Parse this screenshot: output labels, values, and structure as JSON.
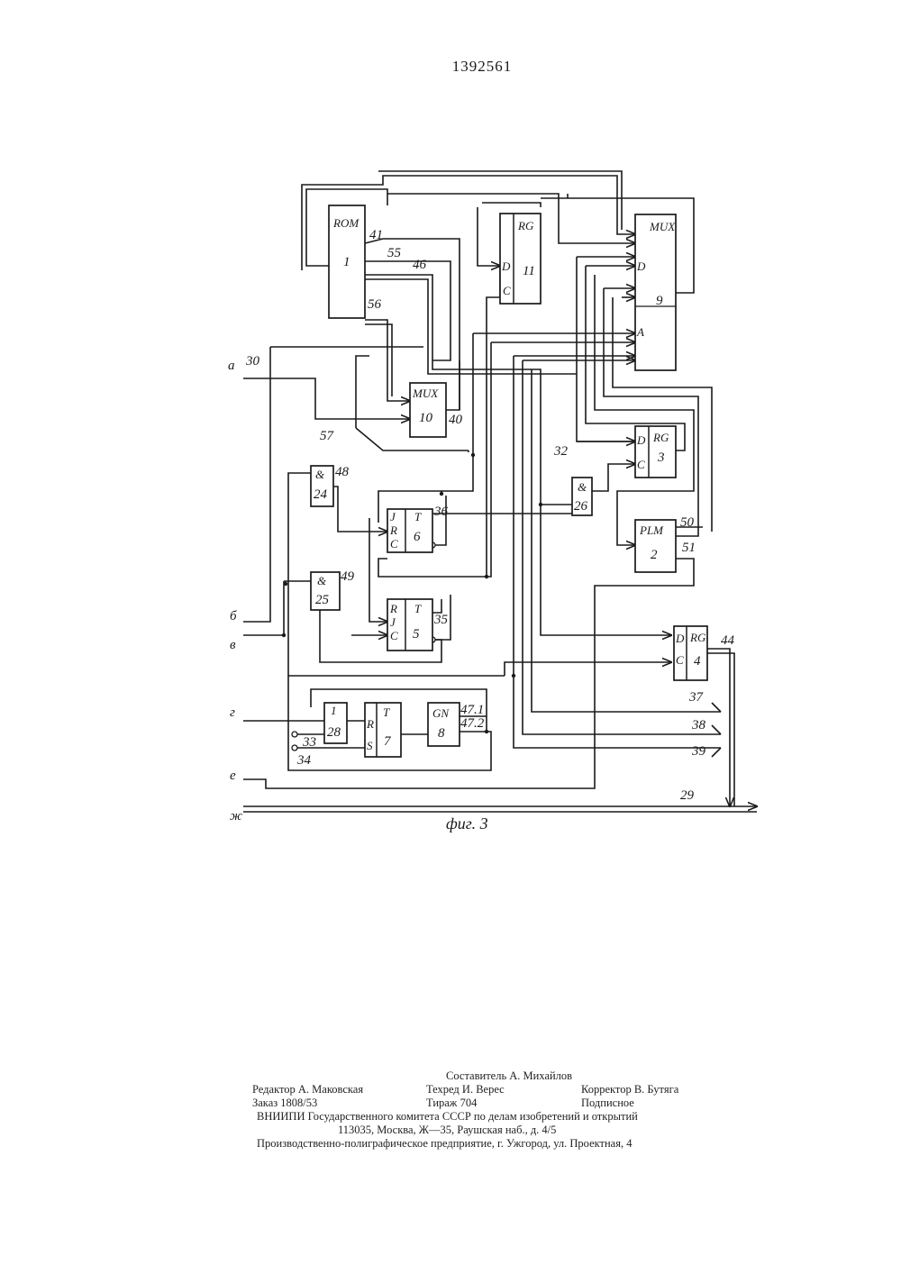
{
  "page": {
    "patent_number": "1392561"
  },
  "figure": {
    "caption": "фиг. 3"
  },
  "blocks": [
    {
      "id": "rom",
      "type": "ROM",
      "num": "1"
    },
    {
      "id": "rg11",
      "type": "RG",
      "num": "11"
    },
    {
      "id": "mux9",
      "type": "MUX",
      "num": "9"
    },
    {
      "id": "mux10",
      "type": "MUX",
      "num": "10"
    },
    {
      "id": "rg3",
      "type": "RG",
      "num": "3"
    },
    {
      "id": "plm2",
      "type": "PLM",
      "num": "2"
    },
    {
      "id": "rg4",
      "type": "RG",
      "num": "4"
    },
    {
      "id": "and24",
      "type": "&",
      "num": "24"
    },
    {
      "id": "and25",
      "type": "&",
      "num": "25"
    },
    {
      "id": "and26",
      "type": "&",
      "num": "26"
    },
    {
      "id": "t6",
      "type": "T",
      "num": "6"
    },
    {
      "id": "t5",
      "type": "T",
      "num": "5"
    },
    {
      "id": "or28",
      "type": "1",
      "num": "28"
    },
    {
      "id": "t7",
      "type": "T",
      "num": "7"
    },
    {
      "id": "gn8",
      "type": "GN",
      "num": "8"
    }
  ],
  "pin_labels": {
    "d": "D",
    "c": "C",
    "a": "A",
    "j": "J",
    "r": "R",
    "s": "S"
  },
  "wire_labels": [
    "41",
    "55",
    "46",
    "56",
    "40",
    "57",
    "48",
    "49",
    "36",
    "35",
    "32",
    "50",
    "51",
    "44",
    "47.1",
    "47.2",
    "37",
    "38",
    "39",
    "29",
    "30",
    "33",
    "34"
  ],
  "inputs": [
    "а",
    "б",
    "в",
    "г",
    "е",
    "ж"
  ],
  "colophon": {
    "compiler": "Составитель А. Михайлов",
    "editor": "Редактор А. Маковская",
    "techred": "Техред И. Верес",
    "corrector": "Корректор В. Бутяга",
    "order": "Заказ 1808/53",
    "print_run": "Тираж 704",
    "subscription": "Подписное",
    "org": "ВНИИПИ Государственного комитета СССР по делам изобретений и открытий",
    "address": "113035, Москва, Ж—35, Раушская наб., д. 4/5",
    "printer": "Производственно-полиграфическое предприятие, г. Ужгород, ул. Проектная, 4"
  }
}
